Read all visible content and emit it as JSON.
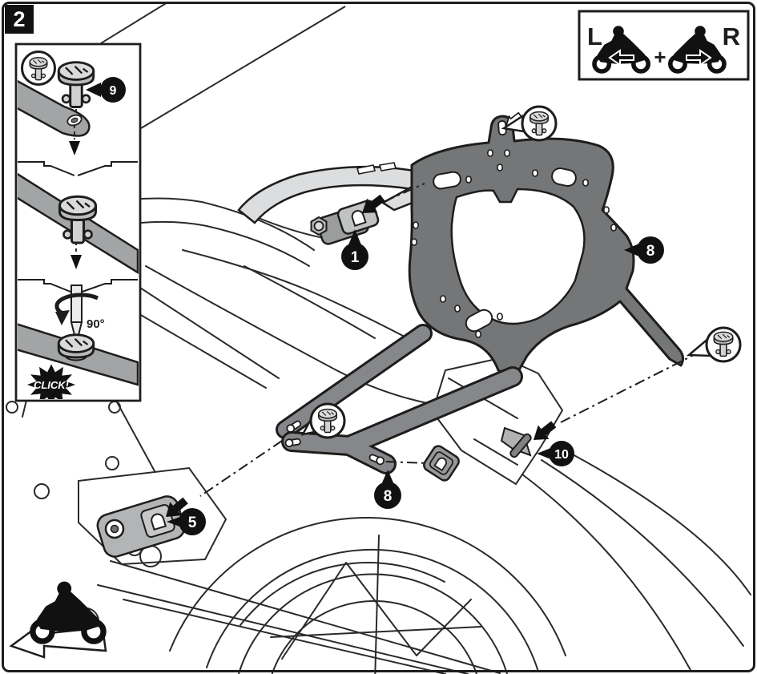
{
  "step_badge": {
    "label": "2"
  },
  "side_legend": {
    "left": "L",
    "plus": "+",
    "right": "R"
  },
  "detail_inset": {
    "callout": "9",
    "rotation": "90°",
    "click": "CLICK!"
  },
  "callouts": {
    "top_adapter": "1",
    "footrest_adapter": "5",
    "carrier_plate": "8",
    "lower_arm": "8",
    "tail_spacer": "10"
  },
  "icons": {
    "fastener": "quick-release-fastener-icon",
    "left_bike": "motorcycle-rider-left-icon",
    "right_bike": "motorcycle-rider-right-icon",
    "travel_direction": "travel-direction-arrow-icon",
    "click_burst": "click-starburst-icon"
  },
  "colors": {
    "outline": "#1d1d1b",
    "carrier_plate": "#747678",
    "mounting_arm": "#85878a",
    "grab_rail": "#dcddde",
    "adapter": "#b4b6b8",
    "inset_strap": "#a2a4a6",
    "callout_bg": "#111111",
    "callout_text": "#ffffff"
  }
}
